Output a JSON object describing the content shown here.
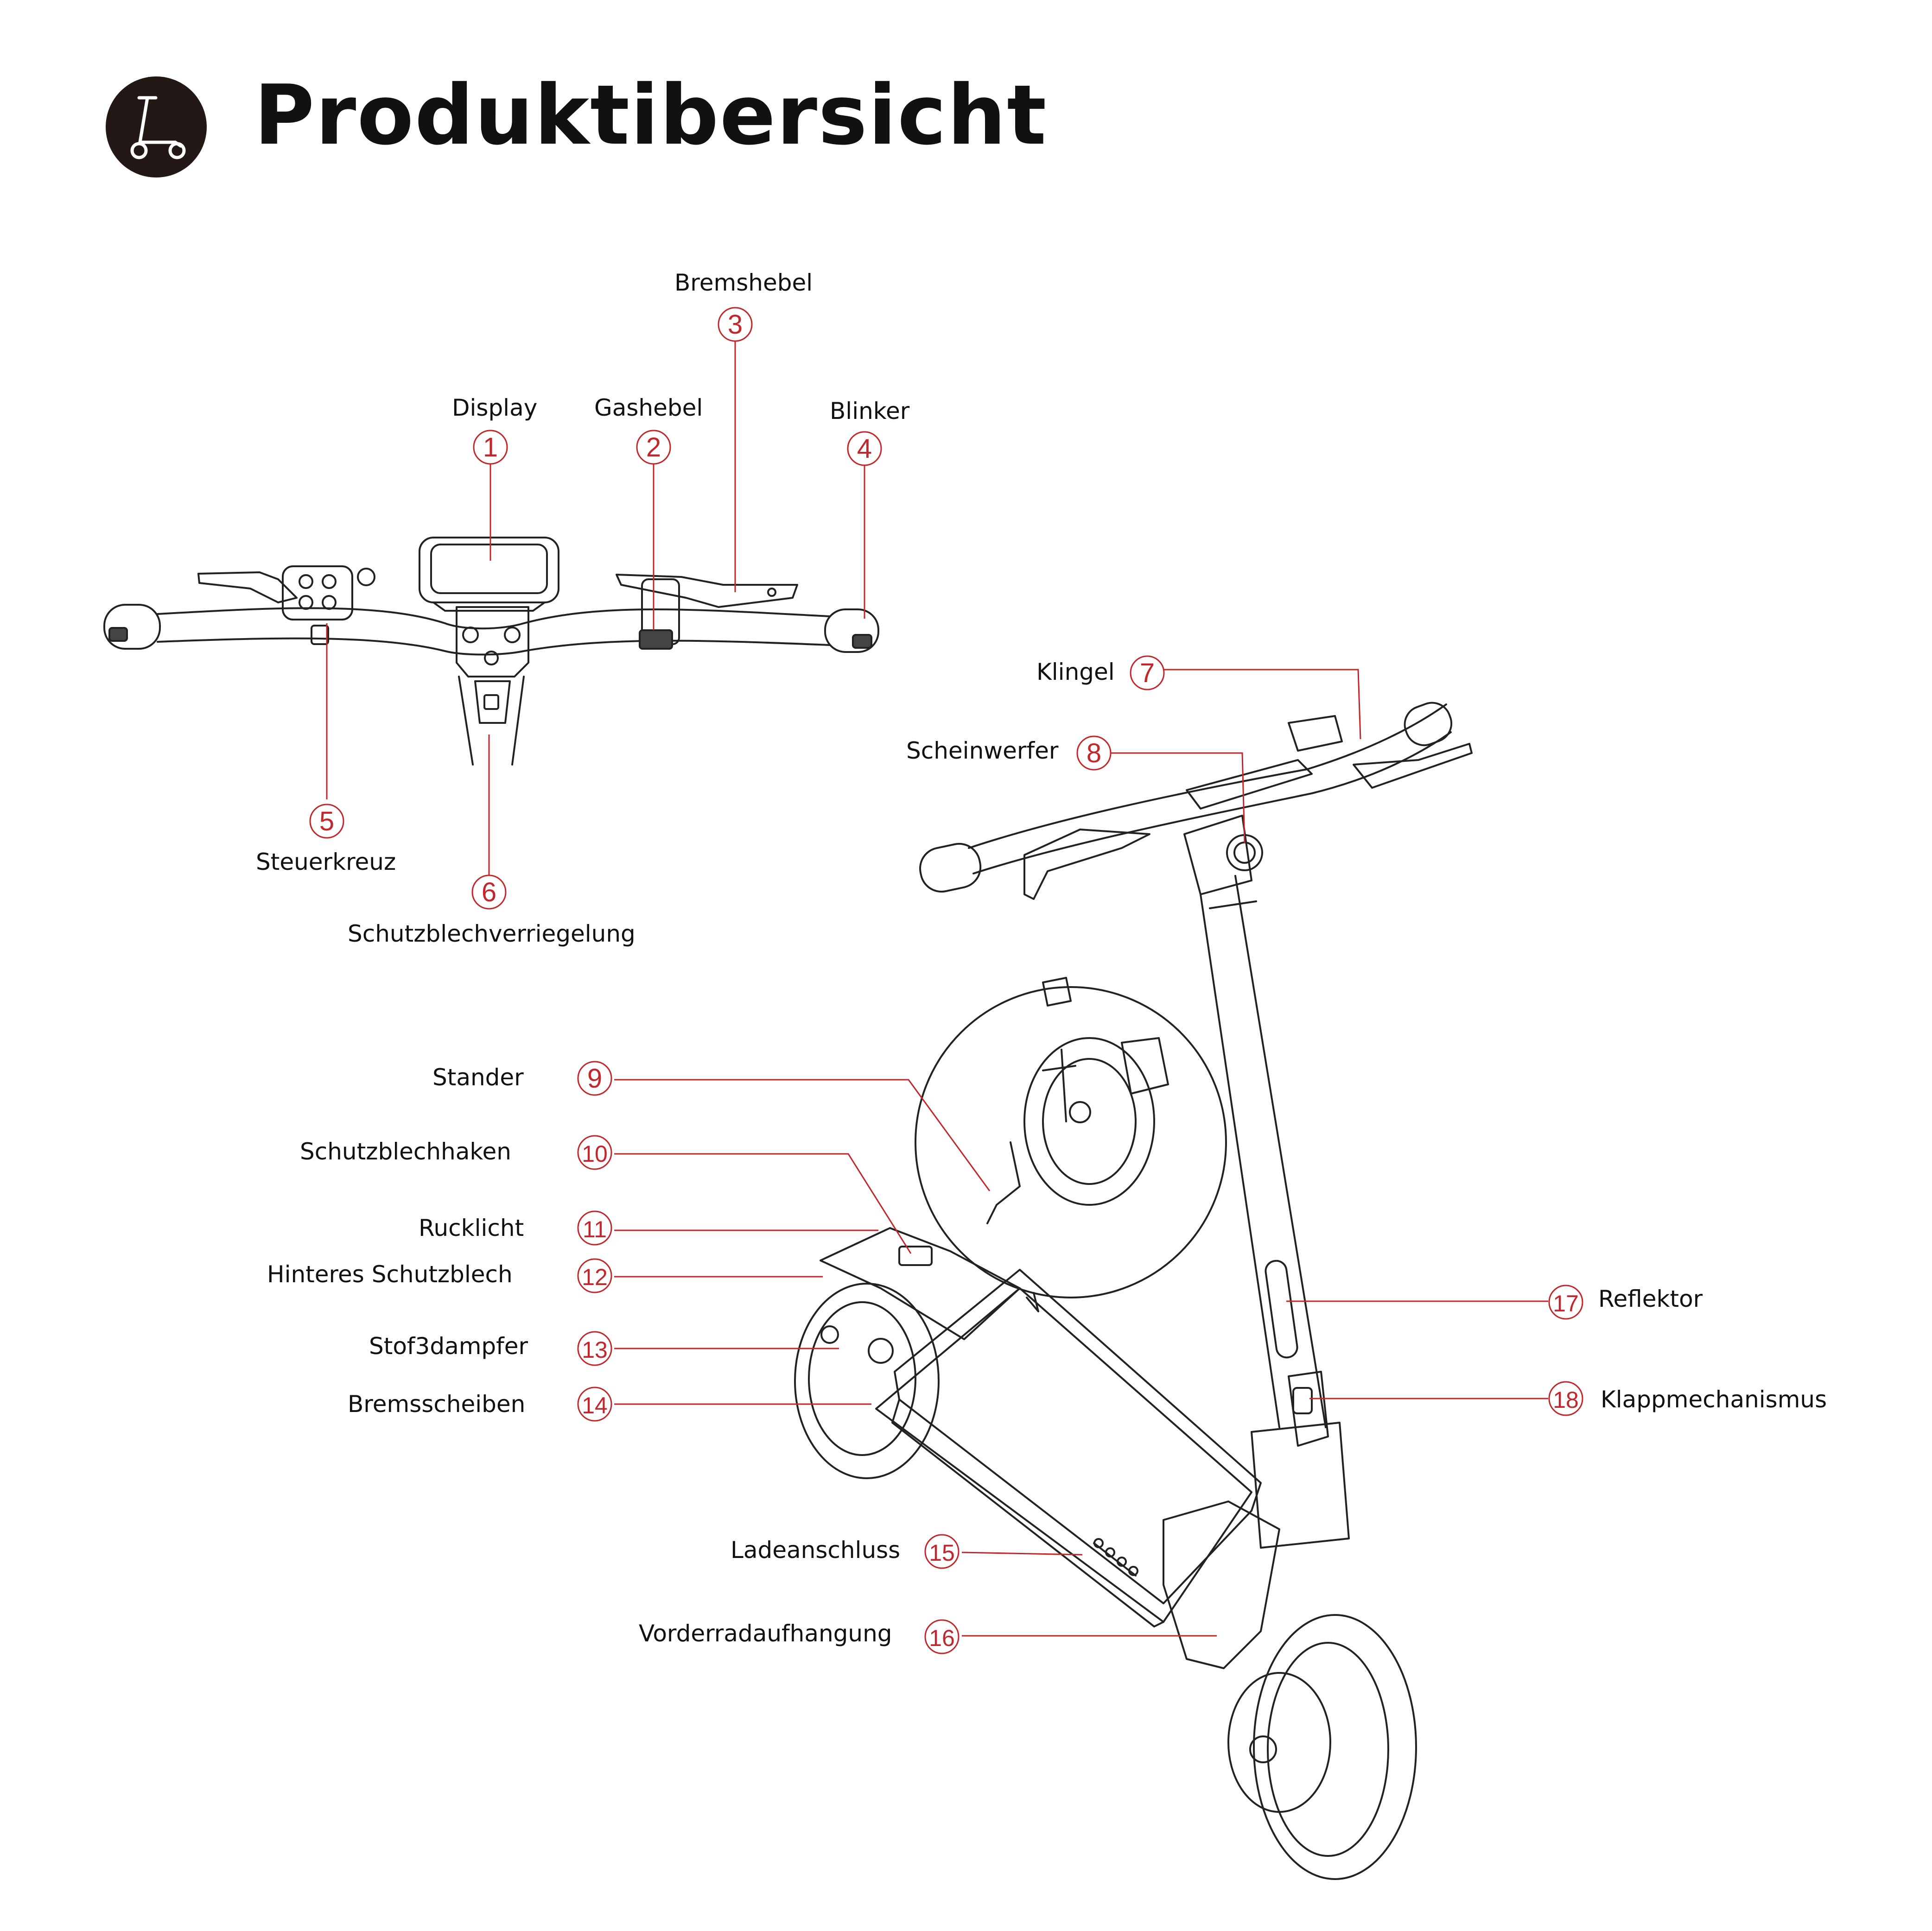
{
  "title": "Produktibersicht",
  "accent_color": "#c1272d",
  "icon": "scooter-icon",
  "parts": [
    {
      "num": "1",
      "label": "Display"
    },
    {
      "num": "2",
      "label": "Gashebel"
    },
    {
      "num": "3",
      "label": "Bremshebel"
    },
    {
      "num": "4",
      "label": "Blinker"
    },
    {
      "num": "5",
      "label": "Steuerkreuz"
    },
    {
      "num": "6",
      "label": "Schutzblechverriegelung"
    },
    {
      "num": "7",
      "label": "Klingel"
    },
    {
      "num": "8",
      "label": "Scheinwerfer"
    },
    {
      "num": "9",
      "label": "Stander"
    },
    {
      "num": "10",
      "label": "Schutzblechhaken"
    },
    {
      "num": "11",
      "label": "Rucklicht"
    },
    {
      "num": "12",
      "label": "Hinteres Schutzblech"
    },
    {
      "num": "13",
      "label": "Stof3dampfer"
    },
    {
      "num": "14",
      "label": "Bremsscheiben"
    },
    {
      "num": "15",
      "label": "Ladeanschluss"
    },
    {
      "num": "16",
      "label": "Vorderradaufhangung"
    },
    {
      "num": "17",
      "label": "Reflektor"
    },
    {
      "num": "18",
      "label": "Klappmechanismus"
    }
  ]
}
